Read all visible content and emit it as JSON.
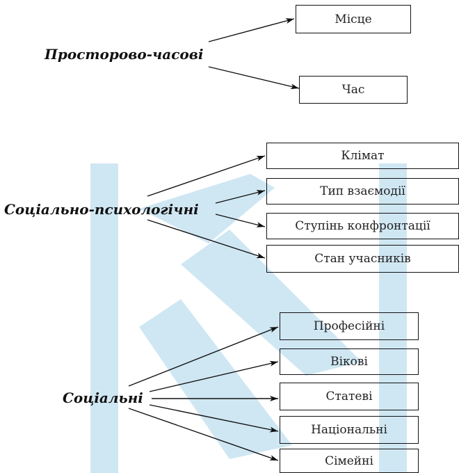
{
  "groups": [
    {
      "label": "Просторово-часові",
      "items": [
        "Місце",
        "Час"
      ]
    },
    {
      "label": "Соціально-психологічні",
      "items": [
        "Клімат",
        "Тип взаємодії",
        "Ступінь конфронтації",
        "Стан учасників"
      ]
    },
    {
      "label": "Соціальні",
      "items": [
        "Професійні",
        "Вікові",
        "Статеві",
        "Національні",
        "Сімейні"
      ]
    }
  ],
  "colors": {
    "line": "#111111",
    "watermark": "#cfe7f3"
  }
}
